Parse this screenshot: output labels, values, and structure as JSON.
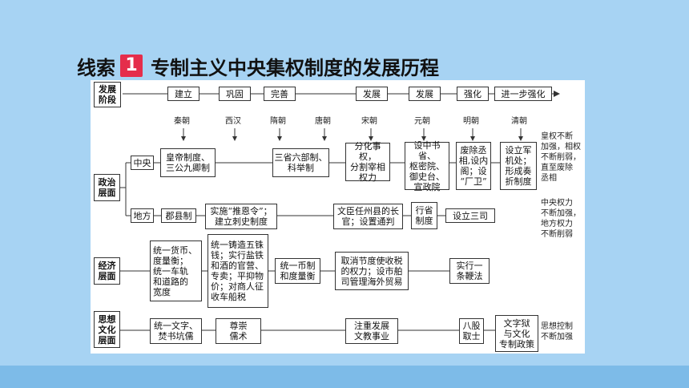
{
  "title": {
    "prefix": "线索",
    "number": "1",
    "text": "专制主义中央集权制度的发展历程"
  },
  "header": {
    "label": "发展\n阶段",
    "stages": [
      "建立",
      "巩固",
      "完善",
      "发展",
      "发展",
      "强化",
      "进一步强化"
    ]
  },
  "dynasties": [
    "秦朝",
    "西汉",
    "隋朝",
    "唐朝",
    "宋朝",
    "元朝",
    "明朝",
    "清朝"
  ],
  "politics": {
    "label": "政治\n层面",
    "central_label": "中央",
    "local_label": "地方",
    "central_boxes": [
      "皇帝制度、\n三公九卿制",
      "三省六部制、\n科举制",
      "分化事权，\n分割宰相\n权力",
      "设中书省、\n枢密院、\n御史台、\n宣政院",
      "废除丞\n相,设内\n阁；设\n“厂卫”",
      "设立军\n机处；\n形成奏\n折制度"
    ],
    "local_boxes": [
      "郡县制",
      "实施“推恩令”；\n建立刺史制度",
      "文臣任州县的长\n官；设置通判",
      "行省\n制度",
      "设立三司"
    ],
    "note_central": "皇权不断\n加强，相权\n不断削弱，\n直至废除\n丞相",
    "note_local": "中央权力\n不断加强，\n地方权力\n不断削弱"
  },
  "economy": {
    "label": "经济\n层面",
    "boxes": [
      "统一货币、\n度量衡；\n统一车轨\n和道路的\n宽度",
      "统一铸造五铢\n钱；实行盐铁\n和酒的官营、\n专卖；平抑物\n价；对商人征\n收车船税",
      "统一币制\n和度量衡",
      "取消节度使收税\n的权力；设市舶\n司管理海外贸易",
      "实行一\n条鞭法"
    ]
  },
  "culture": {
    "label": "思想\n文化\n层面",
    "boxes": [
      "统一文字、\n焚书坑儒",
      "尊崇\n儒术",
      "注重发展\n文教事业",
      "八股\n取士",
      "文字狱\n与文化\n专制政策"
    ],
    "note": "思想控制\n不断加强"
  }
}
